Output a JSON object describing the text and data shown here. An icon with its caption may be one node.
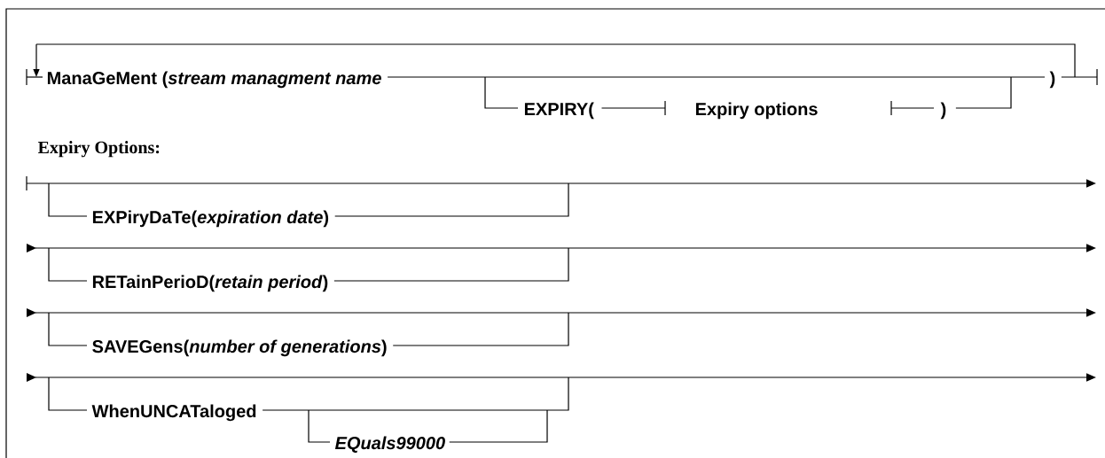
{
  "diagram": {
    "labels": [
      "ManaGeMent (*stream managment name*",
      "EXPIRY(",
      "Expiry options",
      ")",
      ")",
      "Expiry Options:",
      "EXPiryDaTe(*expiration date*)",
      "RETainPerioD(*retain period*)",
      "SAVEGens(*number of generations*)",
      "WhenUNCATaloged",
      "EQuals99000"
    ]
  }
}
